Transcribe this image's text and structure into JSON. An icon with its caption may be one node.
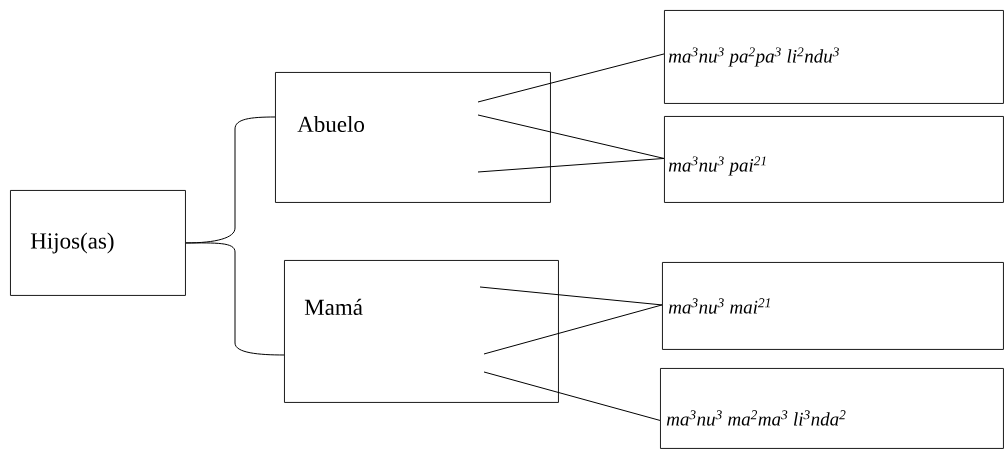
{
  "diagram": {
    "nodes": [
      {
        "text": [
          "Hijos(as)"
        ]
      },
      {
        "text": [
          "Abuelo"
        ]
      },
      {
        "text": [
          "Mamá"
        ]
      },
      {
        "text": [
          "ma$^{3}$nu$^{3}$ pa$^{2}$pa$^{3}$ li$^{2}$ndu$^{3}$"
        ]
      },
      {
        "text": [
          "ma$^{3}$nu$^{3}$ pai$^{21}$"
        ]
      },
      {
        "text": [
          "ma$^{3}$nu$^{3}$ mai$^{21}$"
        ]
      },
      {
        "text": [
          "ma$^{3}$nu$^{3}$ ma$^{2}$ma$^{3}$ li$^{3}$nda$^{2}$"
        ]
      }
    ],
    "edges": [
      {
        "from": 0,
        "to": 1,
        "arrow": "none"
      },
      {
        "from": 0,
        "to": 2,
        "arrow": "none"
      },
      {
        "from": 1,
        "to": 3,
        "arrow": "none"
      },
      {
        "from": 1,
        "to": 4,
        "arrow": "none"
      },
      {
        "from": 1,
        "to": 4,
        "arrow": "none"
      },
      {
        "from": 2,
        "to": 5,
        "arrow": "none"
      },
      {
        "from": 2,
        "to": 5,
        "arrow": "none"
      },
      {
        "from": 2,
        "to": 6,
        "arrow": "none"
      }
    ]
  }
}
